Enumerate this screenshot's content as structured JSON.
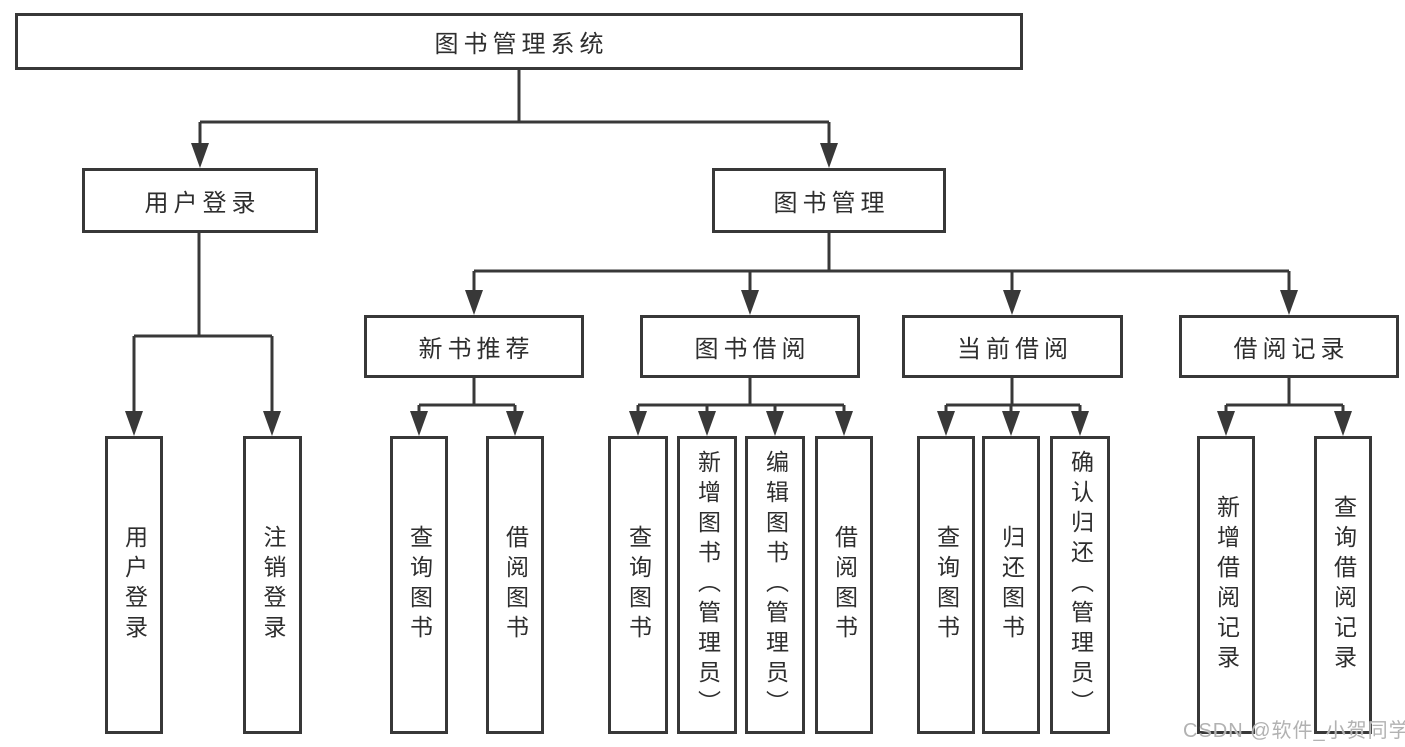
{
  "diagram": {
    "title": "图书管理系统",
    "user_login": {
      "label": "用户登录",
      "children": [
        "用户登录",
        "注销登录"
      ]
    },
    "book_management": {
      "label": "图书管理",
      "modules": [
        {
          "label": "新书推荐",
          "children": [
            "查询图书",
            "借阅图书"
          ]
        },
        {
          "label": "图书借阅",
          "children": [
            "查询图书",
            "新增图书（管理员）",
            "编辑图书（管理员）",
            "借阅图书"
          ]
        },
        {
          "label": "当前借阅",
          "children": [
            "查询图书",
            "归还图书",
            "确认归还（管理员）"
          ]
        },
        {
          "label": "借阅记录",
          "children": [
            "新增借阅记录",
            "查询借阅记录"
          ]
        }
      ]
    }
  },
  "watermark": {
    "text": "CSDN @软件_小贺同学"
  },
  "colors": {
    "line": "#383838",
    "text": "#2e2e2e",
    "watermark": "#b2b2b2",
    "background": "#ffffff"
  }
}
